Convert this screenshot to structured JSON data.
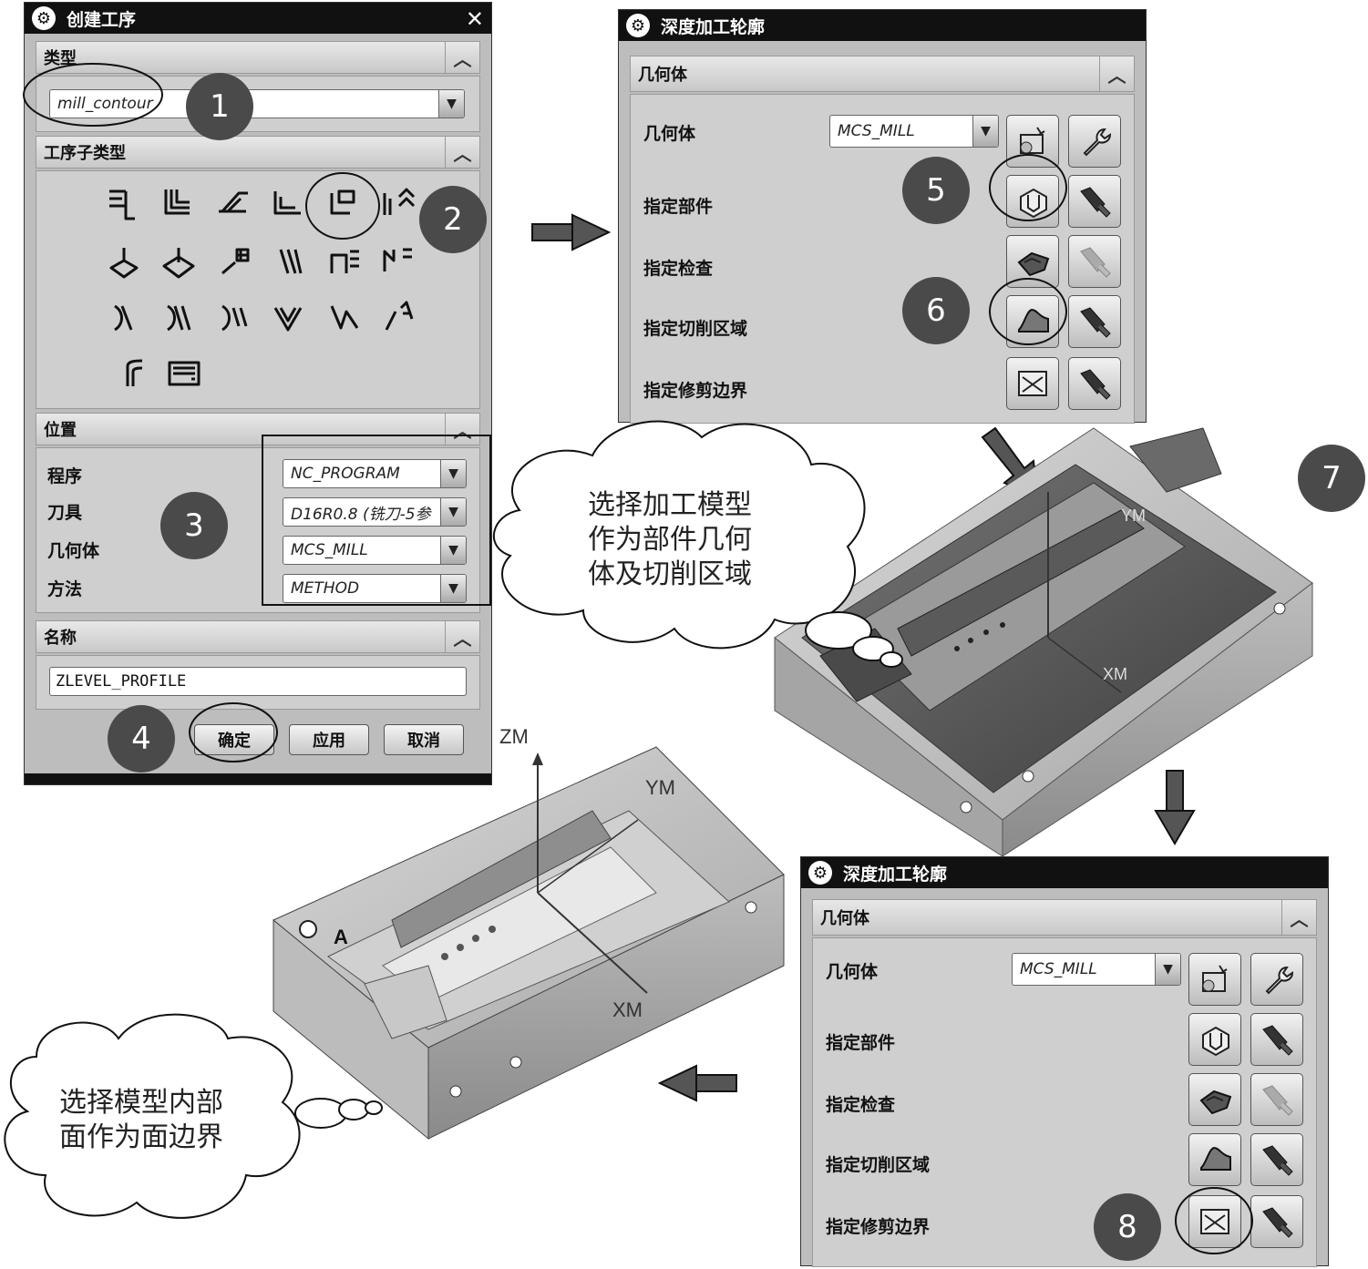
{
  "create_op": {
    "title": "创建工序",
    "type_header": "类型",
    "type_value": "mill_contour",
    "subtype_header": "工序子类型",
    "location_header": "位置",
    "program_label": "程序",
    "program_value": "NC_PROGRAM",
    "tool_label": "刀具",
    "tool_value": "D16R0.8 (铣刀-5参",
    "geometry_label": "几何体",
    "geometry_value": "MCS_MILL",
    "method_label": "方法",
    "method_value": "METHOD",
    "name_header": "名称",
    "name_value": "ZLEVEL_PROFILE",
    "ok": "确定",
    "apply": "应用",
    "cancel": "取消"
  },
  "zlevel_top": {
    "title": "深度加工轮廓",
    "section": "几何体",
    "geometry_label": "几何体",
    "geometry_value": "MCS_MILL",
    "part_label": "指定部件",
    "check_label": "指定检查",
    "cut_area_label": "指定切削区域",
    "trim_label": "指定修剪边界"
  },
  "zlevel_bottom": {
    "title": "深度加工轮廓",
    "section": "几何体",
    "geometry_label": "几何体",
    "geometry_value": "MCS_MILL",
    "part_label": "指定部件",
    "check_label": "指定检查",
    "cut_area_label": "指定切削区域",
    "trim_label": "指定修剪边界"
  },
  "steps": [
    "1",
    "2",
    "3",
    "4",
    "5",
    "6",
    "7",
    "8"
  ],
  "clouds": {
    "select_model_l1": "选择加工模型",
    "select_model_l2": "作为部件几何",
    "select_model_l3": "体及切削区域",
    "select_face_l1": "选择模型内部",
    "select_face_l2": "面作为面边界"
  },
  "axes": {
    "zm": "ZM",
    "ym": "YM",
    "xm": "XM",
    "marker_a": "A"
  }
}
